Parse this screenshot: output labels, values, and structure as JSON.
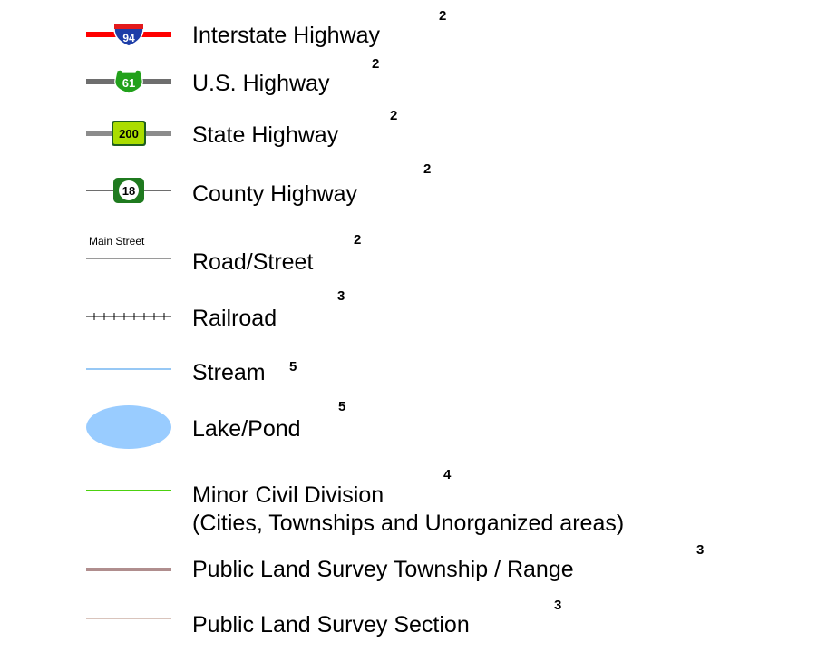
{
  "colors": {
    "interstate_line": "#ff0000",
    "interstate_shield_blue": "#1e3ea8",
    "interstate_shield_red": "#e31a1c",
    "us_line": "#6e6e6e",
    "us_shield_green": "#22a11b",
    "state_line": "#8c8c8c",
    "state_shield_yellow": "#aadd00",
    "county_line": "#6e6e6e",
    "county_shield_green": "#1f7a1f",
    "road_line": "#9a9a9a",
    "railroad_line": "#000000",
    "stream_line": "#97c8f5",
    "lake_fill": "#99ccff",
    "mcd_line": "#4cd10f",
    "pls_township_line": "#b08e8e",
    "pls_section_line": "#d9c4bc"
  },
  "legend": {
    "items": [
      {
        "id": "interstate",
        "label": "Interstate Highway",
        "superscript": "2",
        "shield_text": "94",
        "icon": "interstate-shield-icon"
      },
      {
        "id": "us-highway",
        "label": "U.S. Highway",
        "superscript": "2",
        "shield_text": "61",
        "icon": "us-highway-shield-icon"
      },
      {
        "id": "state-highway",
        "label": "State Highway",
        "superscript": "2",
        "shield_text": "200",
        "icon": "state-highway-shield-icon"
      },
      {
        "id": "county-highway",
        "label": "County Highway",
        "superscript": "2",
        "shield_text": "18",
        "icon": "county-highway-shield-icon"
      },
      {
        "id": "road-street",
        "label": "Road/Street",
        "superscript": "2",
        "symbol_text": "Main Street",
        "icon": "road-line-icon"
      },
      {
        "id": "railroad",
        "label": "Railroad",
        "superscript": "3",
        "icon": "railroad-line-icon"
      },
      {
        "id": "stream",
        "label": "Stream",
        "superscript": "5",
        "icon": "stream-line-icon"
      },
      {
        "id": "lake-pond",
        "label": "Lake/Pond",
        "superscript": "5",
        "icon": "lake-ellipse-icon"
      },
      {
        "id": "mcd",
        "label": "Minor Civil Division",
        "label_line2": "(Cities, Townships and Unorganized areas)",
        "superscript": "4",
        "icon": "mcd-line-icon"
      },
      {
        "id": "pls-township",
        "label": "Public Land Survey Township / Range",
        "superscript": "3",
        "icon": "pls-township-line-icon"
      },
      {
        "id": "pls-section",
        "label": "Public Land Survey Section",
        "superscript": "3",
        "icon": "pls-section-line-icon"
      }
    ]
  }
}
